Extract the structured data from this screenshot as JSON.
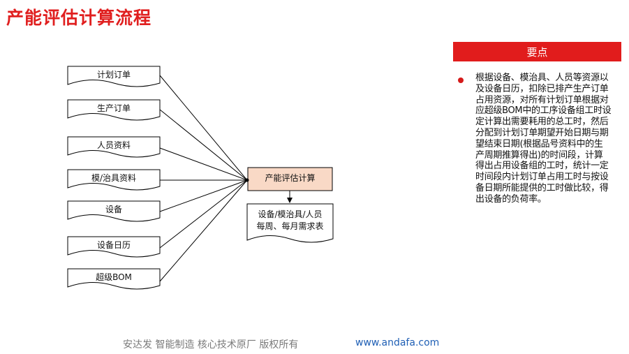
{
  "title": "产能评估计算流程",
  "inputs": [
    {
      "label": "计划订单"
    },
    {
      "label": "生产订单"
    },
    {
      "label": "人员资料"
    },
    {
      "label": "模/治具资料"
    },
    {
      "label": "设备"
    },
    {
      "label": "设备日历"
    },
    {
      "label": "超级BOM"
    }
  ],
  "process": {
    "label": "产能评估计算"
  },
  "output": {
    "line1": "设备/模治具/人员",
    "line2": "每周、每月需求表"
  },
  "panel": {
    "header": "要点",
    "text": "根据设备、模治具、人员等资源以及设备日历，扣除已排产生产订单占用资源，对所有计划订单根据对应超级BOM中的工序设备组工时设定计算出需要耗用的总工时，然后分配到计划订单期望开始日期与期望结束日期(根据品号资料中的生产周期推算得出)的时间段，计算得出占用设备组的工时，统计一定时间段内计划订单占用工时与按设备日期所能提供的工时做比较，得出设备的负荷率。"
  },
  "footer": {
    "company": "安达发   智能制造 核心技术原厂    版权所有",
    "url": "www.andafa.com"
  },
  "colors": {
    "accent": "#e11c1c",
    "process_fill": "#f9d9c6",
    "link": "#1f5fb5"
  }
}
